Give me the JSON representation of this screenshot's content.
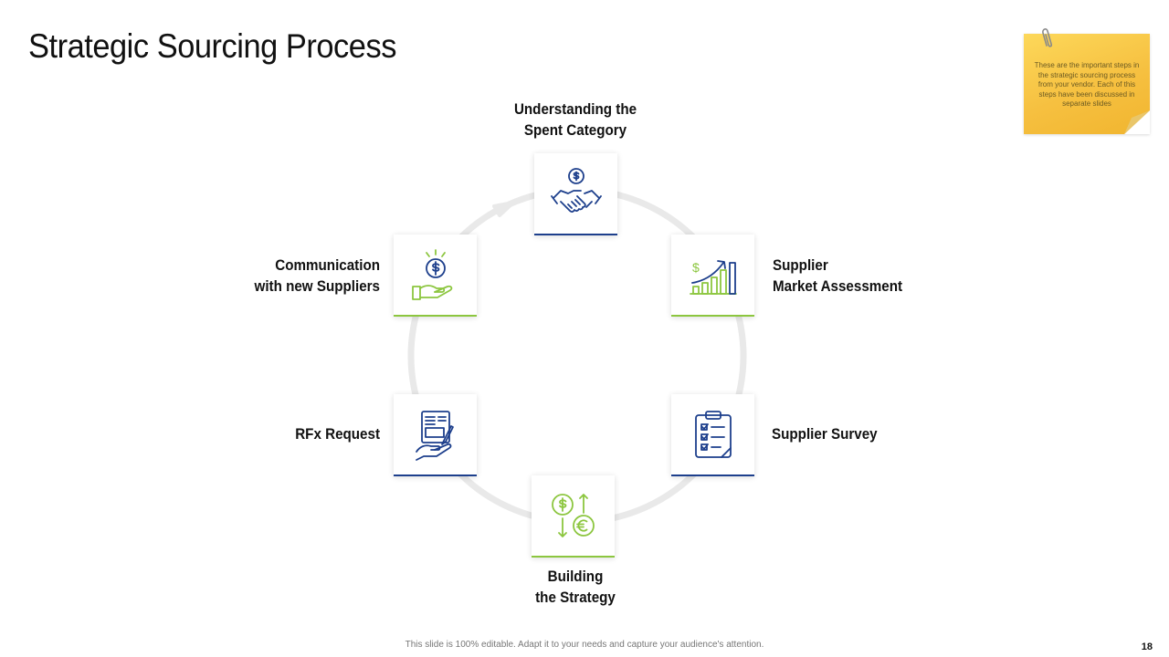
{
  "slide": {
    "title": "Strategic Sourcing Process",
    "footer": "This slide is 100% editable. Adapt it to your needs and capture your audience's attention.",
    "page_number": "18"
  },
  "note": {
    "text": "These are the important steps in the strategic sourcing process from your vendor. Each of this steps have been discussed in separate slides"
  },
  "steps": [
    {
      "lines": [
        "Understanding the",
        "Spent Category"
      ],
      "icon": "handshake-dollar-icon",
      "accent": "#1d3f8c"
    },
    {
      "lines": [
        "Supplier",
        "Market Assessment"
      ],
      "icon": "growth-chart-icon",
      "accent": "#8cc63f"
    },
    {
      "lines": [
        "Supplier Survey"
      ],
      "icon": "clipboard-checklist-icon",
      "accent": "#1d3f8c"
    },
    {
      "lines": [
        "Building",
        "the Strategy"
      ],
      "icon": "currency-exchange-icon",
      "accent": "#8cc63f"
    },
    {
      "lines": [
        "RFx Request"
      ],
      "icon": "document-hand-icon",
      "accent": "#1d3f8c"
    },
    {
      "lines": [
        "Communication",
        "with new Suppliers"
      ],
      "icon": "coin-hand-icon",
      "accent": "#8cc63f"
    }
  ],
  "colors": {
    "blue": "#1d3f8c",
    "green": "#8cc63f",
    "ring": "#e9e9e9",
    "note": "#f6c040"
  }
}
